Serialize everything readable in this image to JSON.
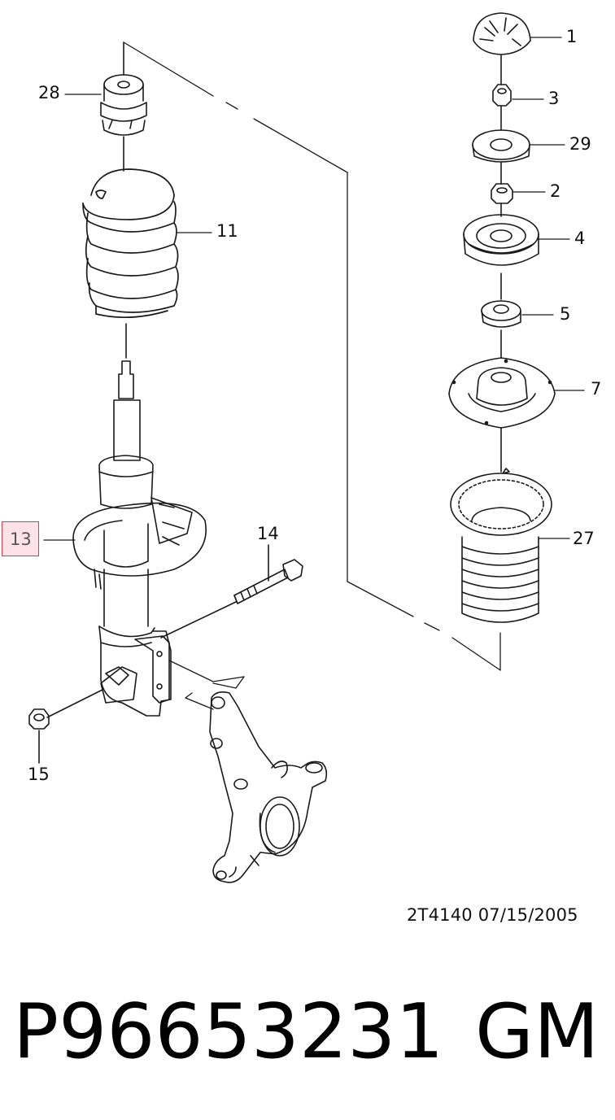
{
  "callouts": {
    "c1": "1",
    "c3": "3",
    "c29": "29",
    "c2": "2",
    "c4": "4",
    "c5": "5",
    "c7": "7",
    "c27": "27",
    "c28": "28",
    "c11": "11",
    "c13": "13",
    "c14": "14",
    "c15": "15"
  },
  "highlighted_callout": "13",
  "drawing_stamp": "2T4140  07/15/2005",
  "footer": {
    "part_number": "P96653231",
    "brand": "GM"
  },
  "colors": {
    "line": "#1a1a1a",
    "highlight_border": "#e23a4a",
    "highlight_fill": "#fde3e8"
  }
}
